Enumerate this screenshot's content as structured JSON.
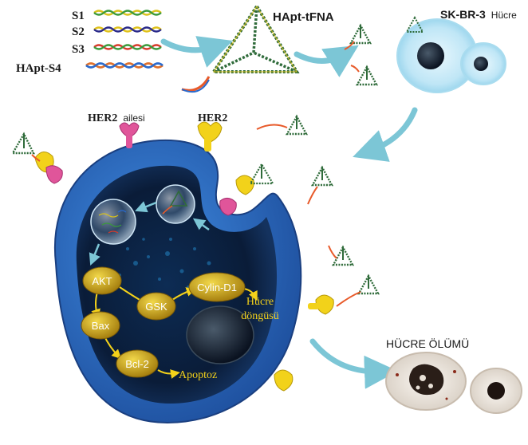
{
  "strands": [
    {
      "label": "S1",
      "colors": [
        "#d9c21a",
        "#3a9a3a"
      ]
    },
    {
      "label": "S2",
      "colors": [
        "#e0c21a",
        "#2a2a8a"
      ]
    },
    {
      "label": "S3",
      "colors": [
        "#d83a2a",
        "#3a9a3a"
      ]
    },
    {
      "label": "HApt-S4",
      "colors": [
        "#e0702a",
        "#2a6acd"
      ]
    }
  ],
  "labels": {
    "hapt_tfna": "HApt-tFNA",
    "cell_line_bold": "SK-BR-3",
    "cell_line_rest": "Hücre",
    "her2_family_bold": "HER2",
    "her2_family_rest": "ailesi",
    "her2": "HER2",
    "cell_death": "HÜCRE ÖLÜMÜ"
  },
  "pathway": {
    "nodes": [
      "AKT",
      "GSK",
      "Cylin-D1",
      "Bax",
      "Bcl-2"
    ],
    "outcomes": {
      "cycle_line1": "Hücre",
      "cycle_line2": "döngüsü",
      "apoptosis": "Apoptoz"
    }
  },
  "colors": {
    "arrow": "#7cc6d6",
    "cell_membrane": "#2b5fb0",
    "cell_interior": "#0a1e3a",
    "node_gold": "#c9a20a",
    "receptor_yellow": "#f2d21a",
    "receptor_pink": "#e0559a",
    "tetra_green": "#2f6b3a"
  }
}
